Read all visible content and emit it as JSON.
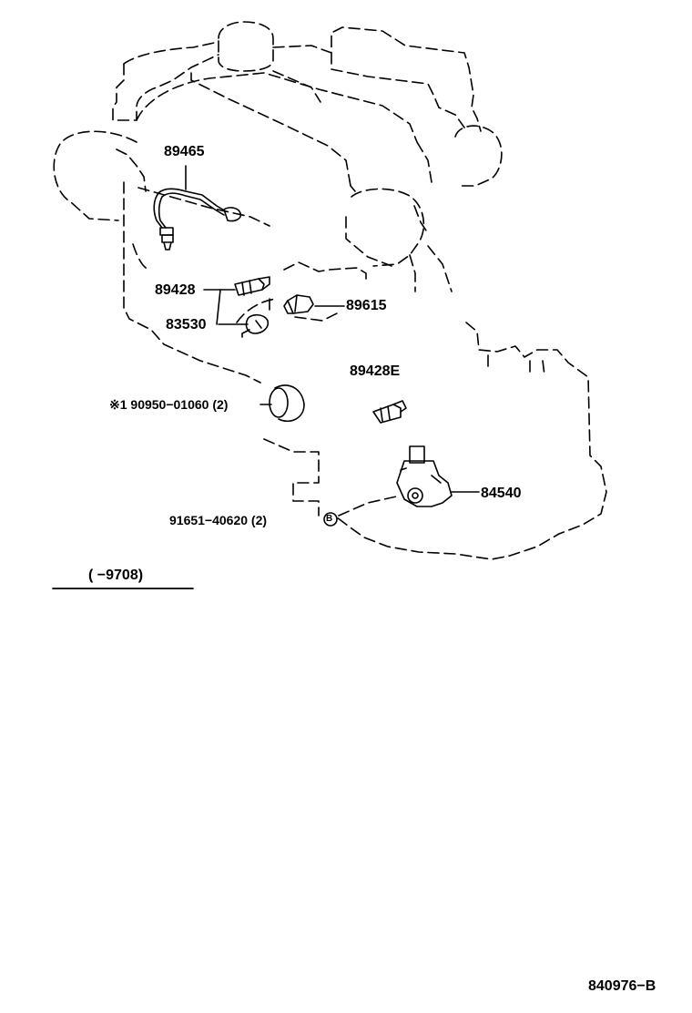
{
  "diagram": {
    "parts": {
      "p89465": "89465",
      "p89428": "89428",
      "p83530": "83530",
      "p89615": "89615",
      "p89428e": "89428E",
      "p84540": "84540",
      "plug": "※1  90950−01060 (2)",
      "bolt": "91651−40620 (2)",
      "bolt_marker": "B"
    },
    "range_note": "(         −9708)",
    "figure_id": "840976−B"
  }
}
